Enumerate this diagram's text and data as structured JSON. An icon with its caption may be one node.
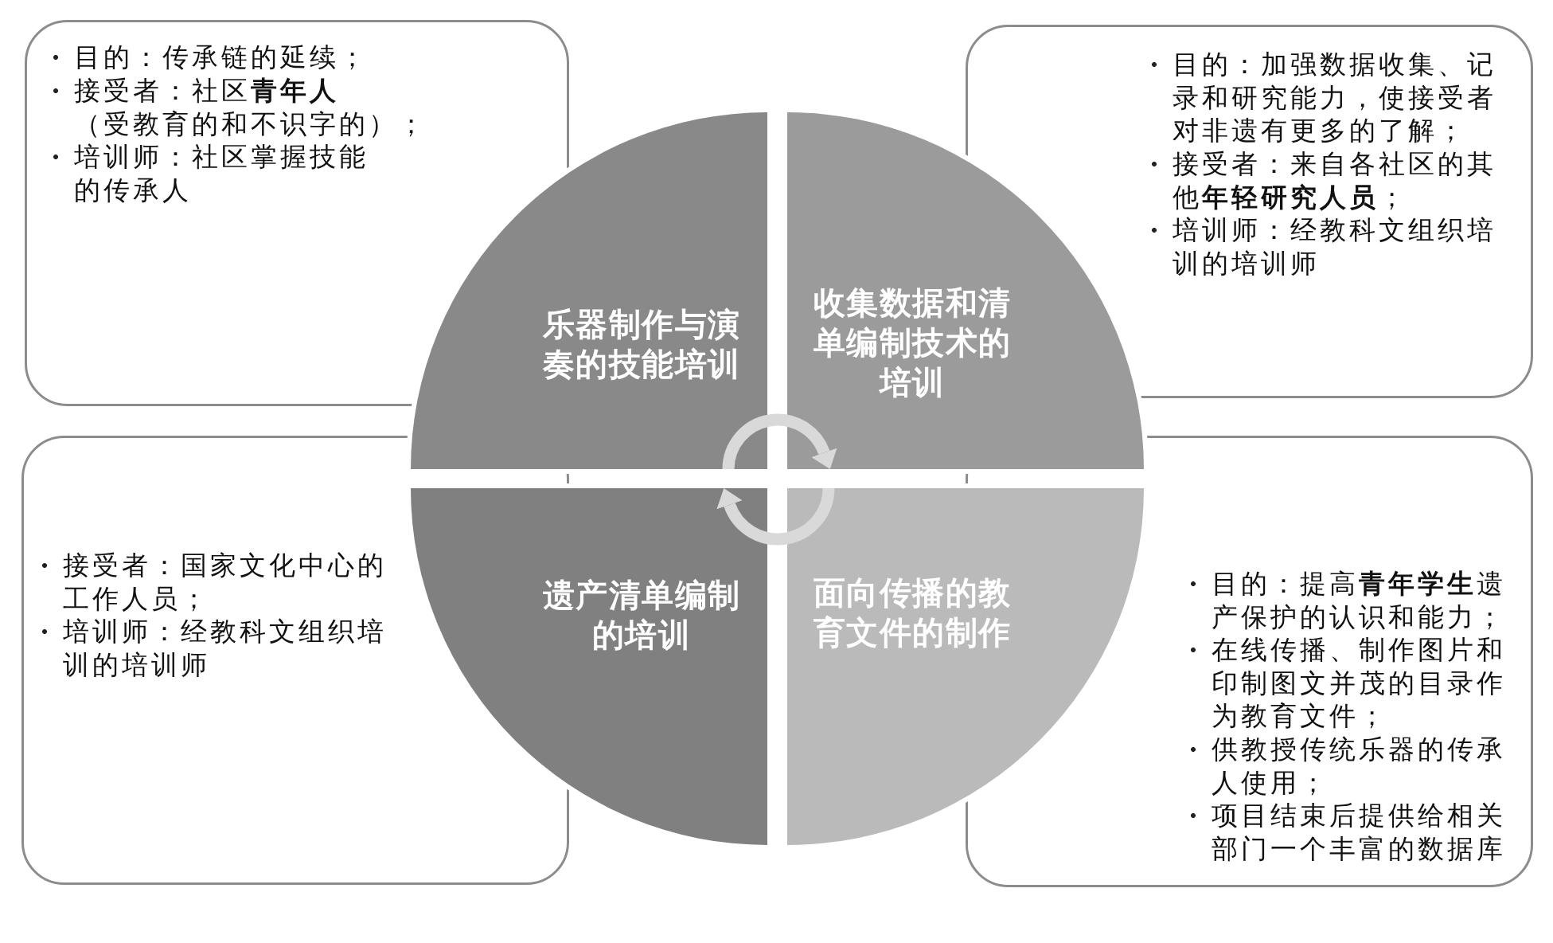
{
  "diagram": {
    "nodes": [
      {
        "text": [
          "目的：传承链的延续；",
          "接受者：社区**青年人**（受教育的和不识字的）；",
          "培训师：社区掌握技能的传承人"
        ]
      },
      {
        "text": [
          "乐器制作与演奏的技能培训"
        ]
      },
      {
        "text": [
          "收集数据和清单编制技术的培训"
        ]
      },
      {
        "text": [
          "目的：加强数据收集、记录和研究能力，使接受者对非遗有更多的了解；",
          "接受者：来自各社区的其他**年轻研究人员**；",
          "培训师：经教科文组织培训的培训师"
        ]
      },
      {
        "text": [
          "接受者：国家文化中心的工作人员；",
          "培训师：经教科文组织培训的培训师"
        ]
      },
      {
        "text": [
          "遗产清单编制的培训"
        ]
      },
      {
        "text": [
          "面向传播的教育文件的制作"
        ]
      },
      {
        "text": [
          "目的：提高**青年学生**遗产保护的认识和能力；",
          "在线传播、制作图片和印制图文并茂的目录作为教育文件；",
          "供教授传统乐器的传承人使用；",
          "项目结束后提供给相关部门一个丰富的数据库"
        ]
      }
    ],
    "edges": [
      {
        "from": 1,
        "to": 2,
        "arrow": "to"
      },
      {
        "from": 6,
        "to": 5,
        "arrow": "to"
      }
    ]
  }
}
